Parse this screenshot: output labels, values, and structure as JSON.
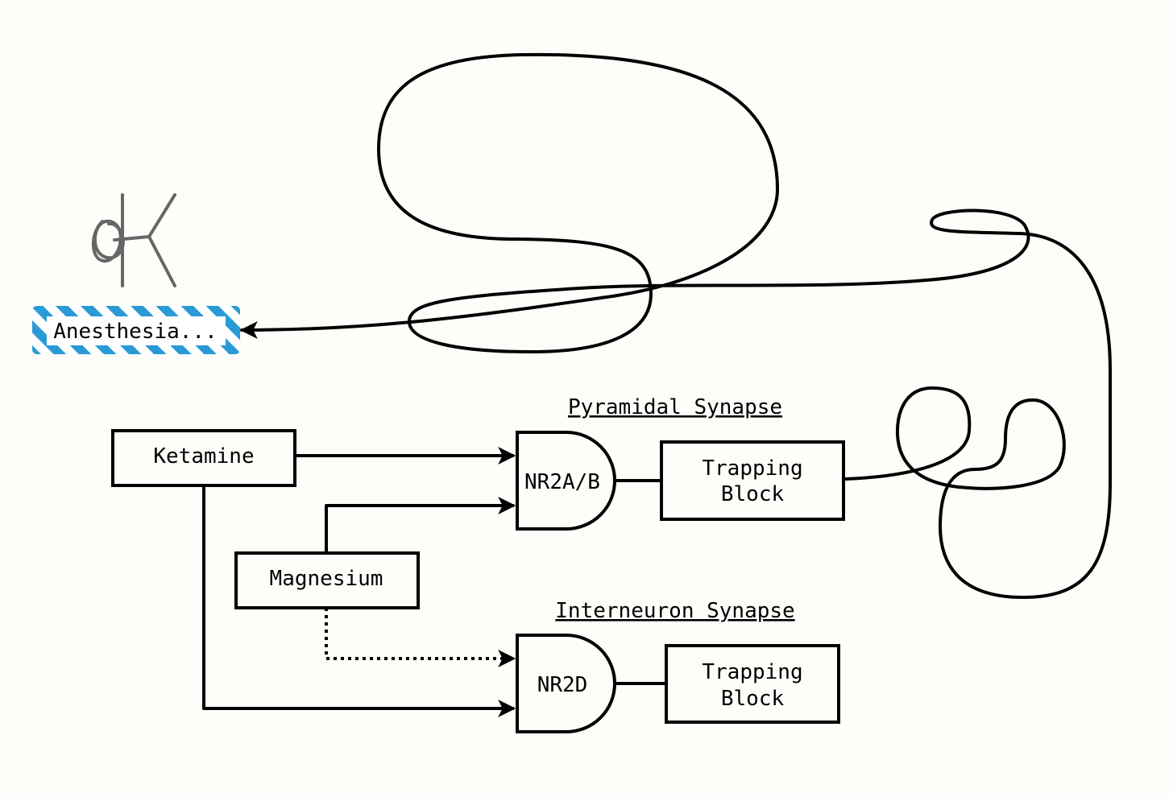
{
  "colors": {
    "background": "#fdfdf9",
    "ink": "#000000",
    "highlight_stripe": "#2a9ad6",
    "scribble": "#666666"
  },
  "nodes": {
    "ketamine": "Ketamine",
    "magnesium": "Magnesium",
    "nr2ab": "NR2A/B",
    "nr2d": "NR2D",
    "trapping_block_top_line1": "Trapping",
    "trapping_block_top_line2": "Block",
    "trapping_block_bottom_line1": "Trapping",
    "trapping_block_bottom_line2": "Block",
    "anesthesia": "Anesthesia..."
  },
  "titles": {
    "pyramidal": "Pyramidal Synapse",
    "interneuron": "Interneuron Synapse"
  },
  "decorations": {
    "scribble": "handwritten-scribble-icon",
    "loop_path": "tangled-loop-connector"
  }
}
